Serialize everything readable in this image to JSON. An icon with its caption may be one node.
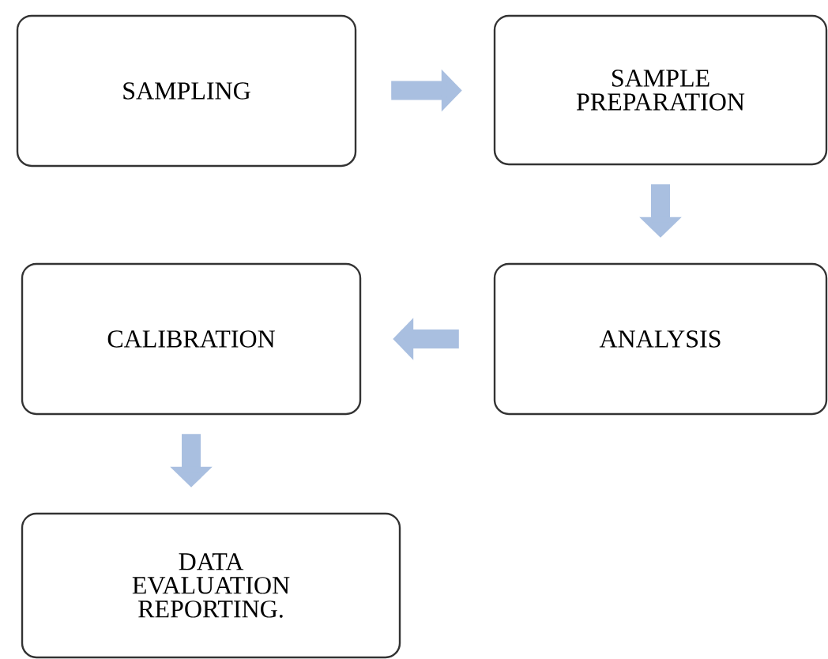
{
  "diagram": {
    "nodes": [
      {
        "text": [
          "SAMPLING"
        ]
      },
      {
        "text": [
          "SAMPLE PREPARATION"
        ]
      },
      {
        "text": [
          "ANALYSIS"
        ]
      },
      {
        "text": [
          "CALIBRATION"
        ]
      },
      {
        "text": [
          "DATA EVALUATION REPORTING."
        ]
      }
    ],
    "edges": [
      {
        "from": 0,
        "to": 1,
        "arrow": "to"
      },
      {
        "from": 1,
        "to": 2,
        "arrow": "to"
      },
      {
        "from": 2,
        "to": 3,
        "arrow": "to"
      },
      {
        "from": 3,
        "to": 4,
        "arrow": "to"
      }
    ]
  }
}
